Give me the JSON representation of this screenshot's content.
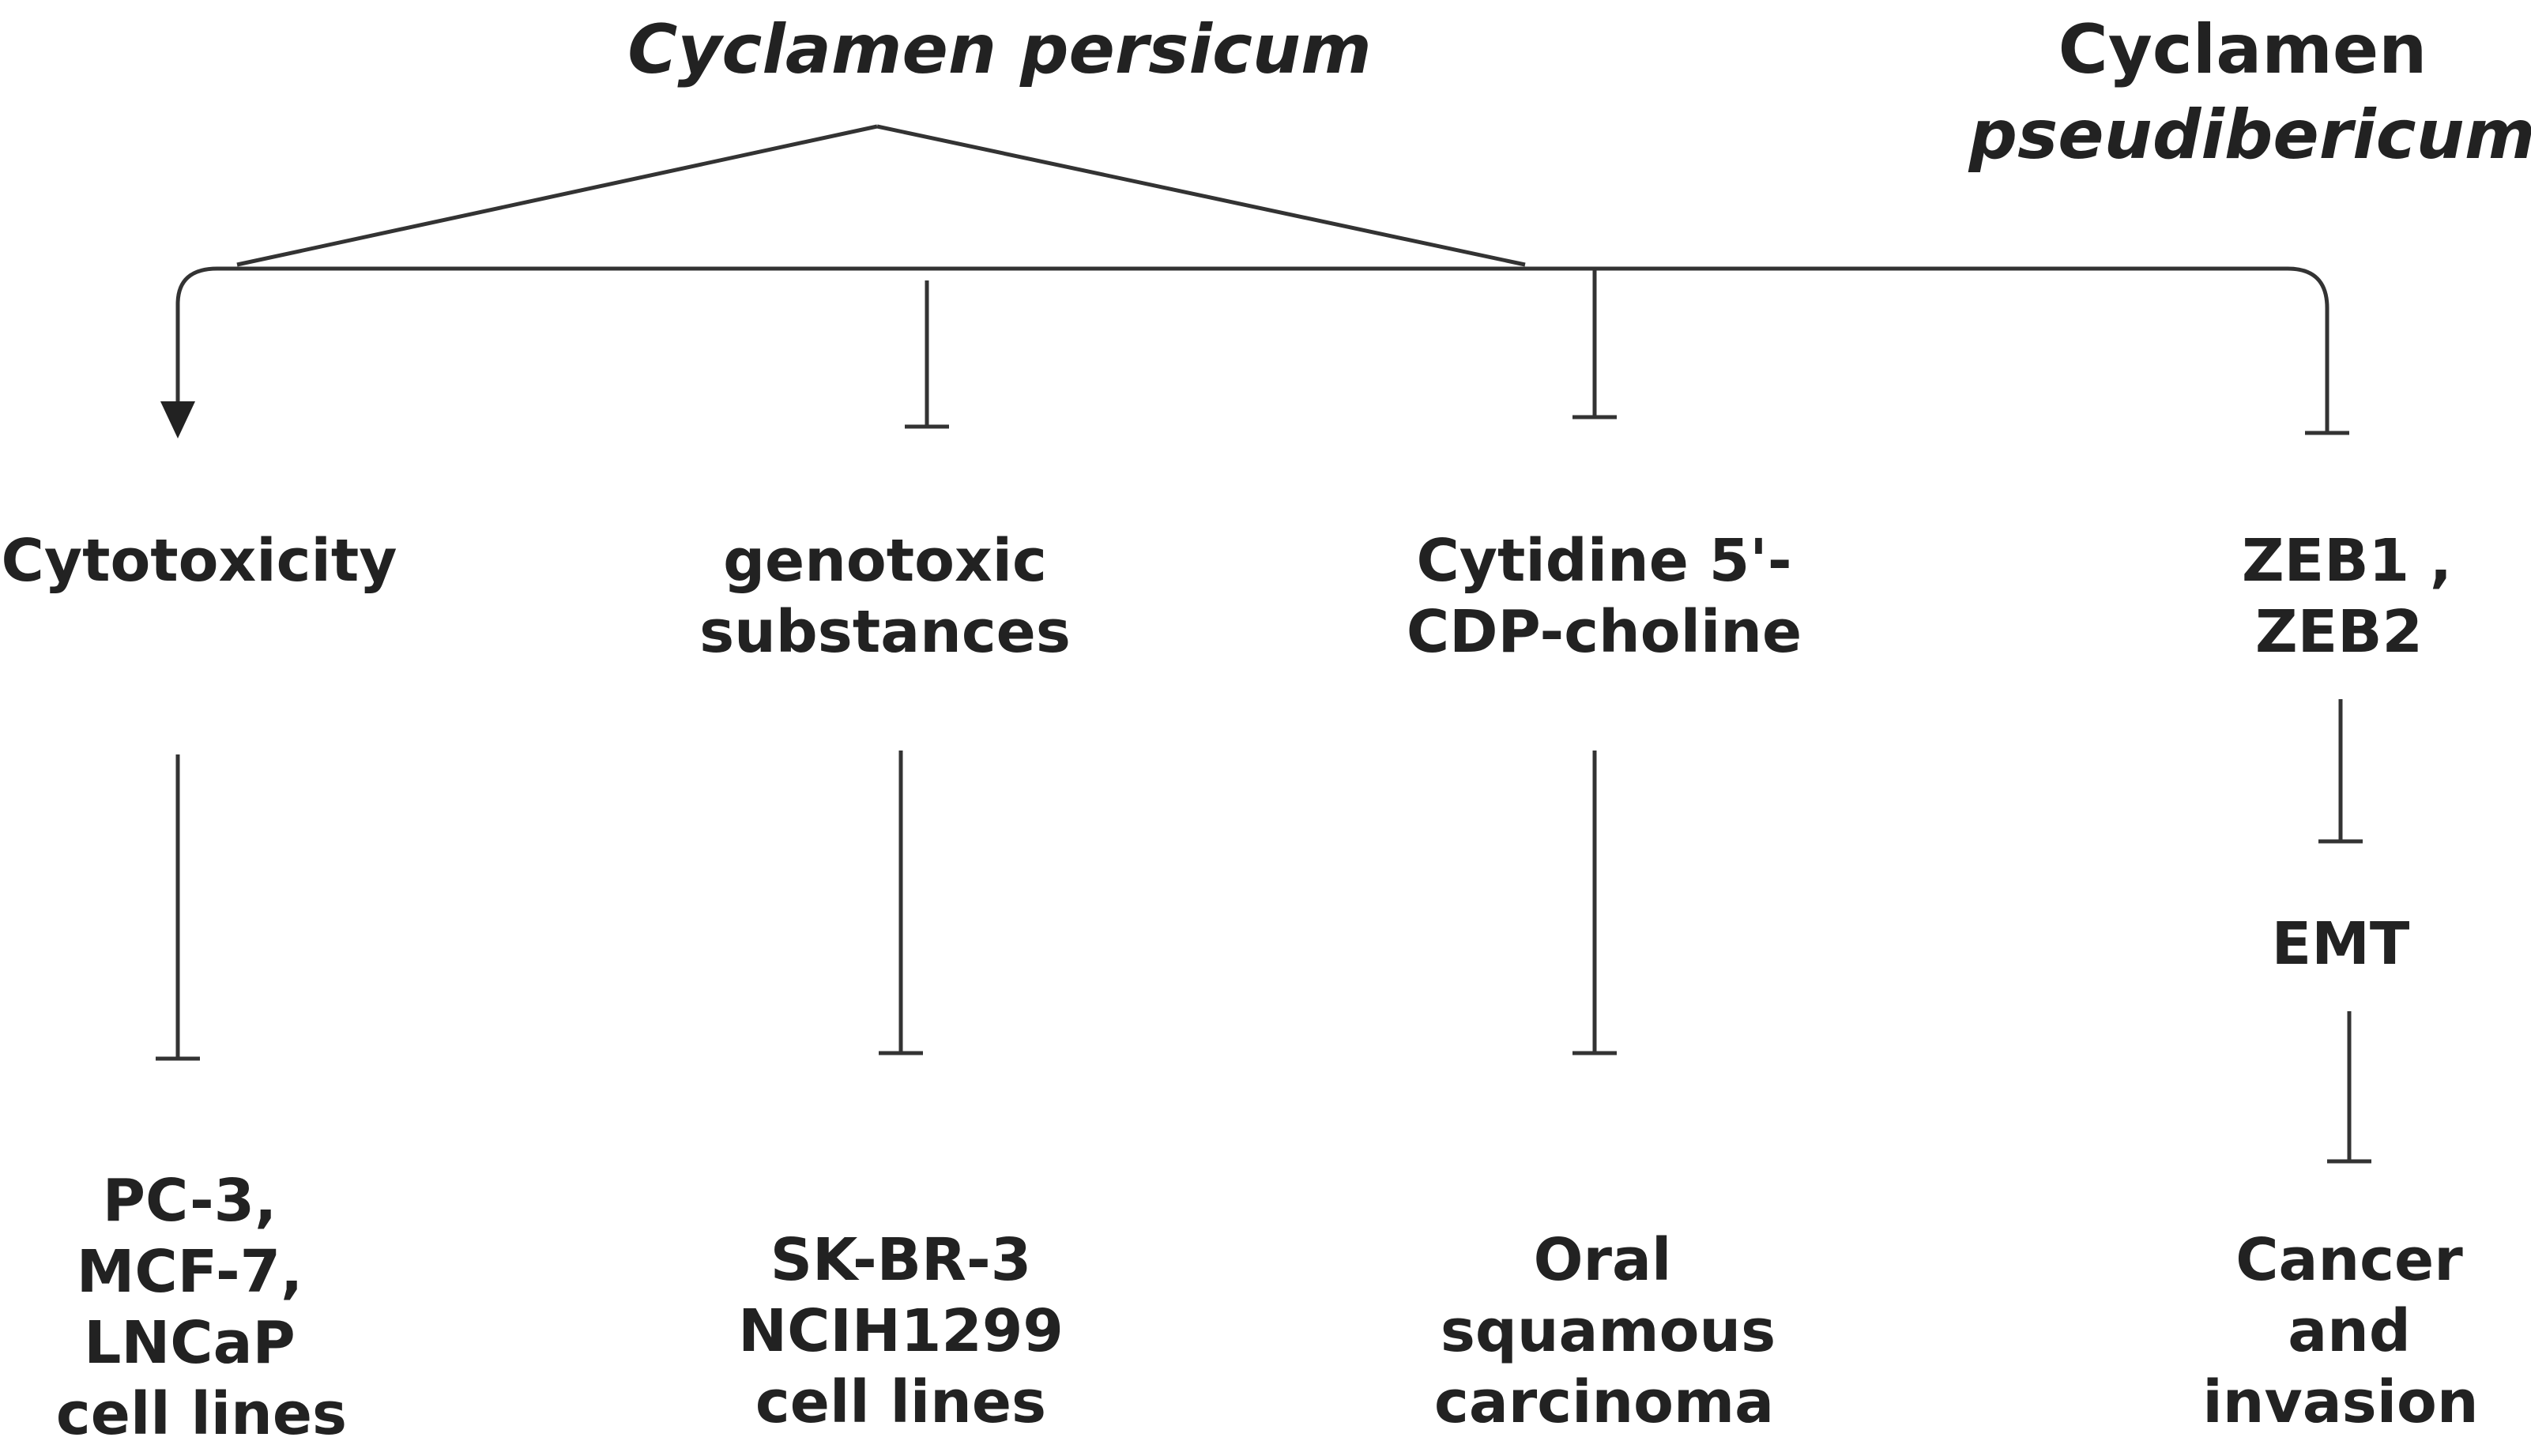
{
  "plants": {
    "persicum": {
      "name": "Cyclamen persicum"
    },
    "pseudibericum": {
      "name_line1": "Cyclamen",
      "name_line2": "pseudibericum"
    }
  },
  "effects": {
    "cytotoxicity": {
      "label": "Cytotoxicity"
    },
    "genotoxic": {
      "line1": "genotoxic",
      "line2": "substances"
    },
    "cytidine": {
      "line1": "Cytidine 5'-",
      "line2": "CDP-choline"
    },
    "zeb": {
      "line1": "ZEB1 ,",
      "line2": "ZEB2"
    },
    "emt": {
      "label": "EMT"
    }
  },
  "targets": {
    "cell_lines_1": {
      "line1": "PC-3,",
      "line2": "MCF-7,",
      "line3": "LNCaP",
      "line4": "cell lines"
    },
    "cell_lines_2": {
      "line1": "SK-BR-3",
      "line2": "NCIH1299",
      "line3": "cell lines"
    },
    "oral": {
      "line1": "Oral",
      "line2": "squamous",
      "line3": "carcinoma"
    },
    "cancer": {
      "line1": "Cancer",
      "line2": "and",
      "line3": "invasion"
    }
  },
  "colors": {
    "line": "#333333",
    "text": "#222222",
    "background": "#ffffff"
  }
}
